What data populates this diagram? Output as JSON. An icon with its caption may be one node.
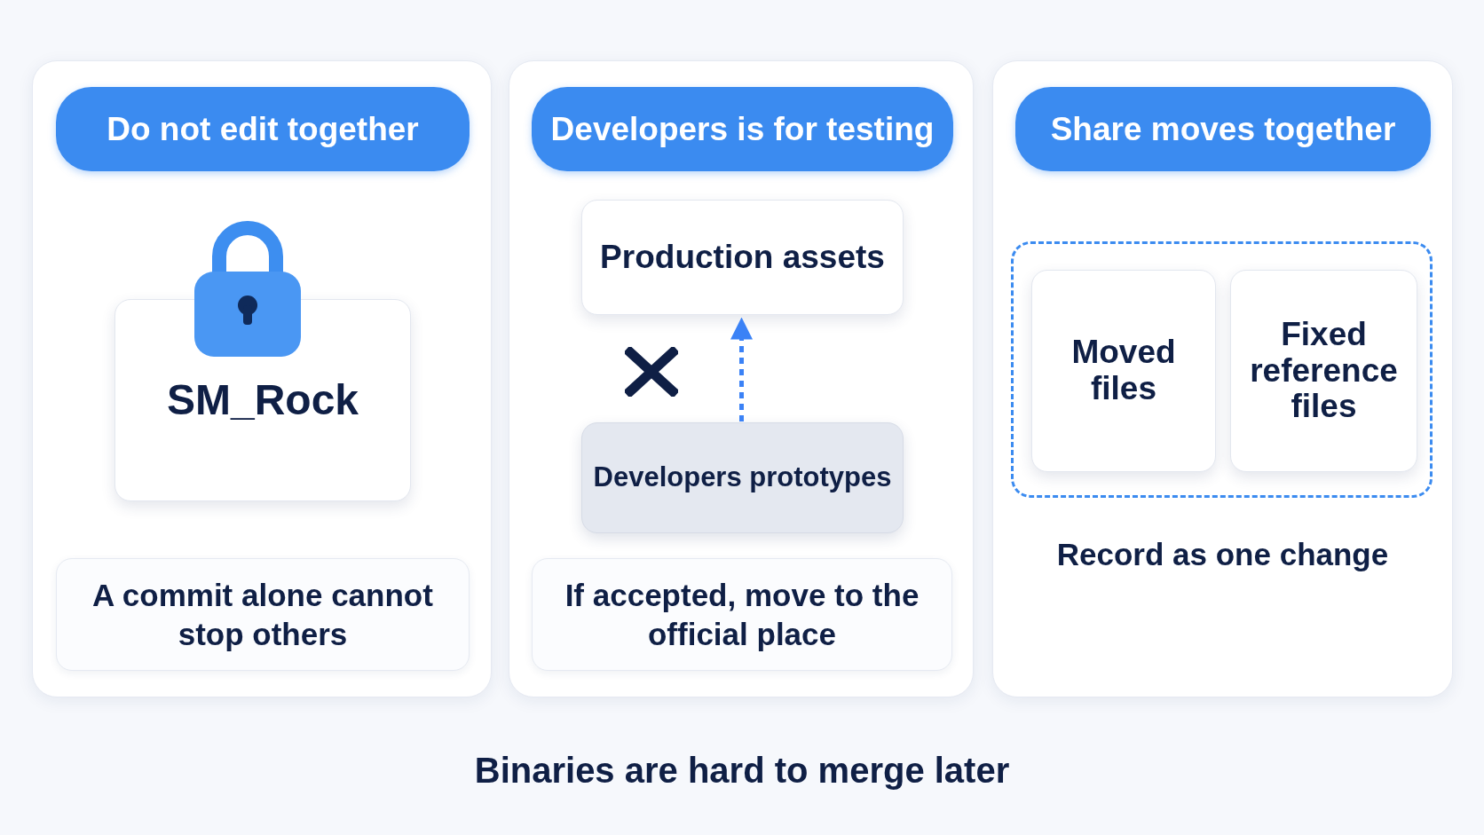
{
  "diagram": {
    "caption": "Binaries are hard to merge later",
    "nodes": [
      {
        "text": [],
        "shape": "box"
      },
      {
        "text": [
          "Do not edit together"
        ],
        "in": 0
      },
      {
        "text": [
          "SM_Rock"
        ],
        "in": 0
      },
      {
        "text": [
          "A commit alone cannot stop others"
        ],
        "in": 0
      },
      {
        "text": [],
        "shape": "box"
      },
      {
        "text": [
          "Developers is for testing"
        ],
        "in": 4
      },
      {
        "text": [
          "Production assets"
        ],
        "in": 4
      },
      {
        "text": [
          "Developers prototypes"
        ],
        "in": 4
      },
      {
        "text": [
          "If accepted, move to the official place"
        ],
        "in": 4
      },
      {
        "text": [],
        "shape": "box"
      },
      {
        "text": [
          "Share moves together"
        ],
        "in": 9
      },
      {
        "text": [],
        "shape": "box",
        "in": 9
      },
      {
        "text": [
          "Moved files"
        ],
        "in": 11
      },
      {
        "text": [
          "Fixed reference files"
        ],
        "in": 11
      }
    ],
    "edges": [
      {
        "from": 7,
        "to": 6,
        "arrow": "to",
        "style": "dashed",
        "color": "#3b82f6"
      }
    ],
    "labels": [
      "Record as one change"
    ]
  }
}
